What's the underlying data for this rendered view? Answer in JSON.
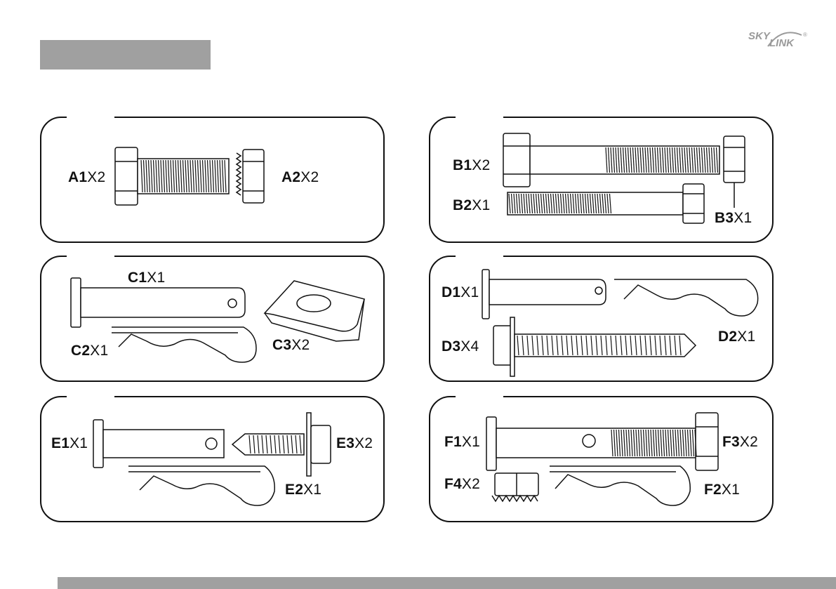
{
  "brand": {
    "logo_text": "SKY LINK",
    "logo_mark": "®"
  },
  "panels": [
    {
      "id": "A",
      "parts": [
        {
          "code": "A1",
          "qty": "X2"
        },
        {
          "code": "A2",
          "qty": "X2"
        }
      ]
    },
    {
      "id": "B",
      "parts": [
        {
          "code": "B1",
          "qty": "X2"
        },
        {
          "code": "B2",
          "qty": "X1"
        },
        {
          "code": "B3",
          "qty": "X1"
        }
      ]
    },
    {
      "id": "C",
      "parts": [
        {
          "code": "C1",
          "qty": "X1"
        },
        {
          "code": "C2",
          "qty": "X1"
        },
        {
          "code": "C3",
          "qty": "X2"
        }
      ]
    },
    {
      "id": "D",
      "parts": [
        {
          "code": "D1",
          "qty": "X1"
        },
        {
          "code": "D2",
          "qty": "X1"
        },
        {
          "code": "D3",
          "qty": "X4"
        }
      ]
    },
    {
      "id": "E",
      "parts": [
        {
          "code": "E1",
          "qty": "X1"
        },
        {
          "code": "E2",
          "qty": "X1"
        },
        {
          "code": "E3",
          "qty": "X2"
        }
      ]
    },
    {
      "id": "F",
      "parts": [
        {
          "code": "F1",
          "qty": "X1"
        },
        {
          "code": "F2",
          "qty": "X1"
        },
        {
          "code": "F3",
          "qty": "X2"
        },
        {
          "code": "F4",
          "qty": "X2"
        }
      ]
    }
  ],
  "colors": {
    "line": "#111111",
    "bar": "#a0a0a0",
    "logo": "#9a9a9a"
  }
}
